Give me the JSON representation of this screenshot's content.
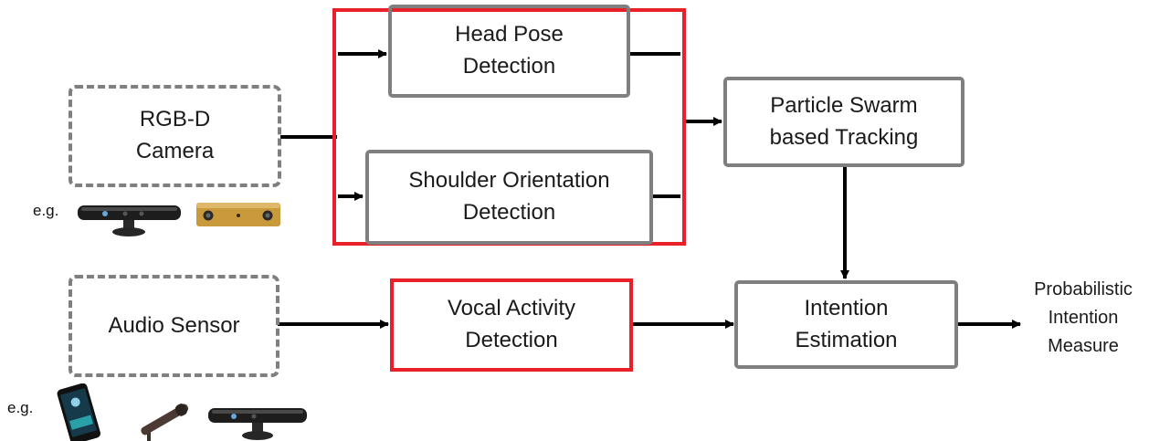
{
  "diagram": {
    "sensors": {
      "camera": {
        "label_line1": "RGB-D",
        "label_line2": "Camera",
        "example_prefix": "e.g."
      },
      "audio": {
        "label": "Audio Sensor",
        "example_prefix": "e.g."
      }
    },
    "detectors": {
      "head_pose": {
        "line1": "Head Pose",
        "line2": "Detection"
      },
      "shoulder": {
        "line1": "Shoulder Orientation",
        "line2": "Detection"
      },
      "vocal": {
        "line1": "Vocal Activity",
        "line2": "Detection"
      }
    },
    "tracking": {
      "line1": "Particle Swarm",
      "line2": "based Tracking"
    },
    "intention": {
      "line1": "Intention",
      "line2": "Estimation"
    },
    "output": {
      "line1": "Probabilistic",
      "line2": "Intention",
      "line3": "Measure"
    },
    "icons": [
      "kinect-sensor",
      "stereo-camera",
      "smartphone",
      "microphone",
      "kinect-sensor"
    ],
    "colors": {
      "box_border": "#7f7f7f",
      "highlight": "#e8202a",
      "arrow": "#000000"
    }
  }
}
